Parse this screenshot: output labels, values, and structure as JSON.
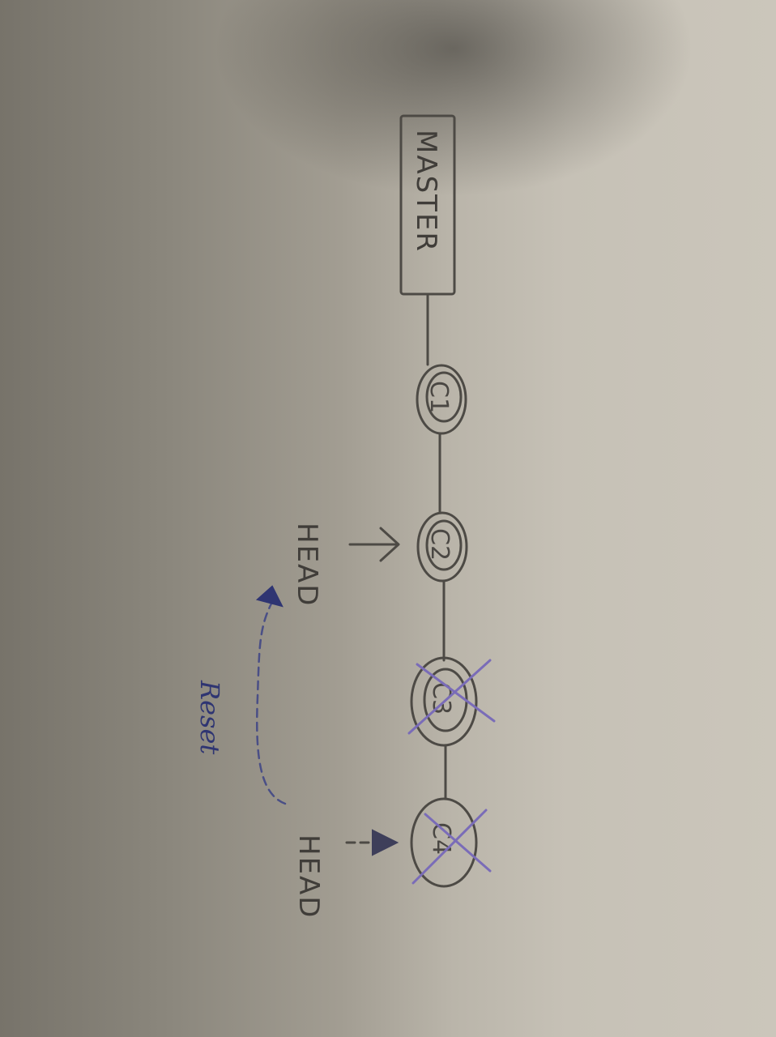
{
  "branch": {
    "label": "MASTER"
  },
  "commits": [
    {
      "label": "C1",
      "struck": false
    },
    {
      "label": "C2",
      "struck": false
    },
    {
      "label": "C3",
      "struck": true
    },
    {
      "label": "C4",
      "struck": true
    }
  ],
  "head_labels": {
    "current": "HEAD",
    "previous": "HEAD"
  },
  "action_label": "Reset",
  "colors": {
    "pencil": "#4d4a45",
    "ink": "#2f3572",
    "strike": "#7a6cb8"
  }
}
